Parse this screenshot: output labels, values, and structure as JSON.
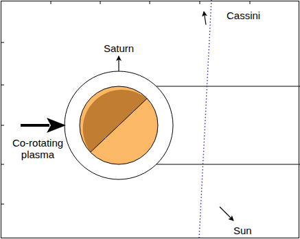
{
  "diagram": {
    "labels": [
      "Saturn",
      "Cassini",
      "Co-rotating plasma",
      "Sun"
    ]
  }
}
